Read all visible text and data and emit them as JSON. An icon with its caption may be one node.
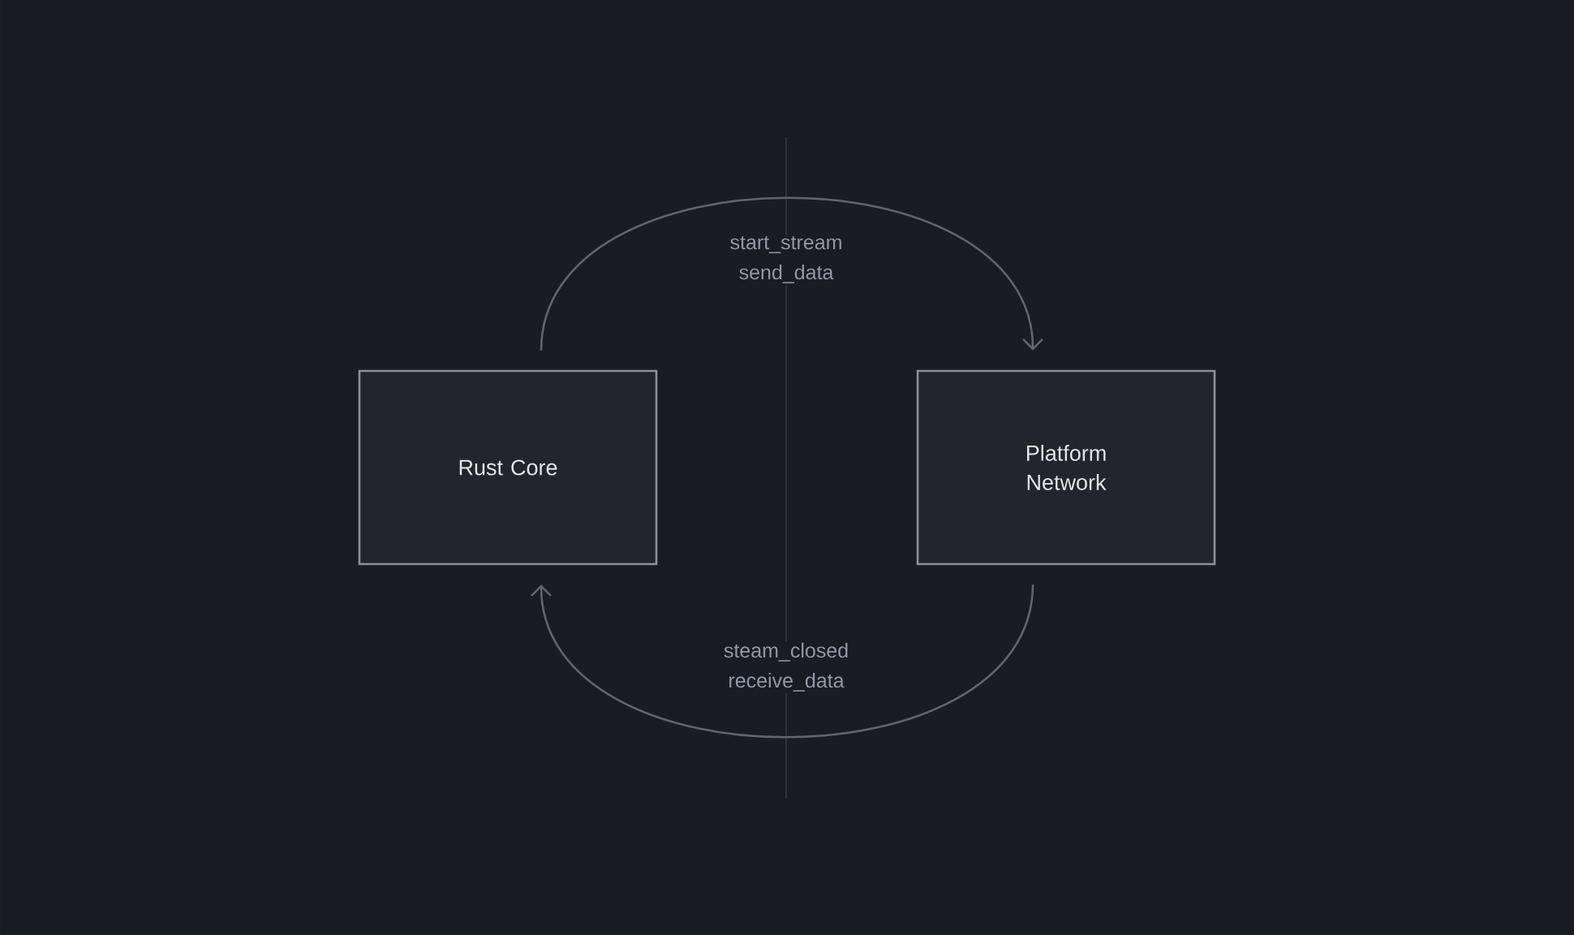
{
  "diagram": {
    "nodes": [
      {
        "text": [
          "Rust Core"
        ]
      },
      {
        "text": [
          "Platform Network"
        ]
      }
    ],
    "edges": [
      {
        "from": 0,
        "to": 1,
        "arrow": "to",
        "label": "start_stream send_data"
      },
      {
        "from": 1,
        "to": 0,
        "arrow": "to",
        "label": "steam_closed receive_data"
      }
    ]
  }
}
